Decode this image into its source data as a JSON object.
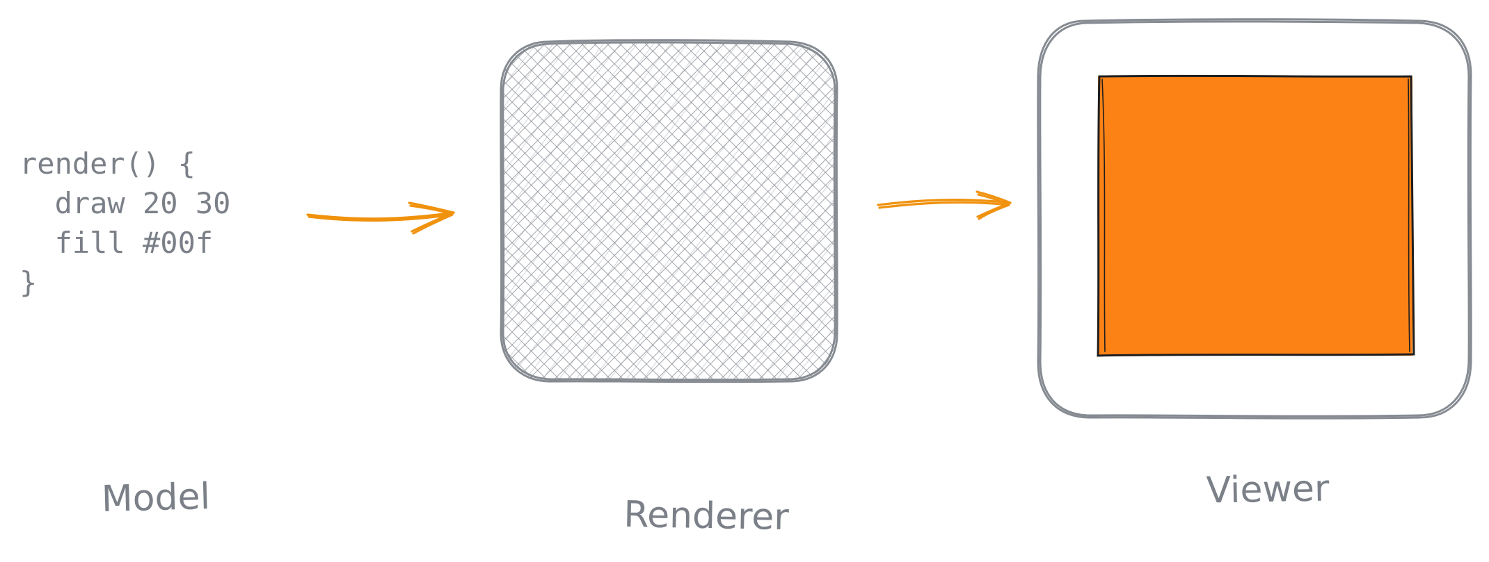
{
  "model": {
    "label": "Model",
    "code": [
      "render() {",
      "  draw 20 30",
      "  fill #00f",
      "}"
    ]
  },
  "renderer": {
    "label": "Renderer"
  },
  "viewer": {
    "label": "Viewer"
  },
  "colors": {
    "arrow": "#f0920e",
    "fill": "#fc8216",
    "stroke": "#868b92",
    "text": "#7b8088",
    "hatch": "#8a8f96",
    "inner_border": "#1e1e1e"
  },
  "icons": {
    "arrow_model_to_renderer": "arrow-right-icon",
    "arrow_renderer_to_viewer": "arrow-right-icon"
  }
}
